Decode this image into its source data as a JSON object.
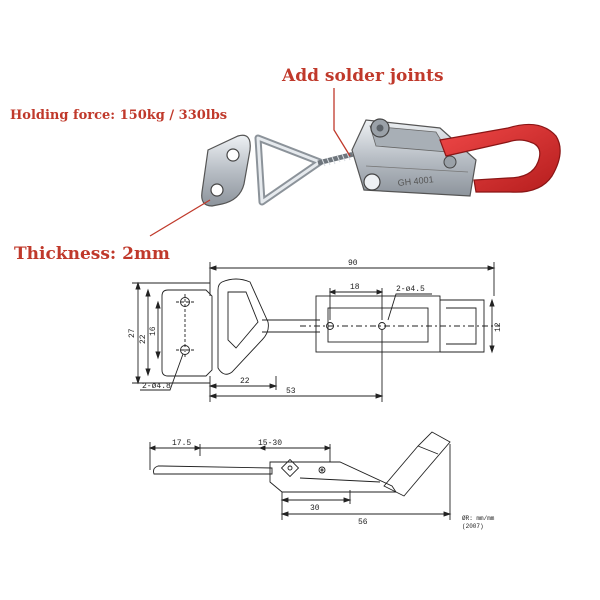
{
  "callouts": {
    "holding_force": "Holding force: 150kg / 330lbs",
    "solder": "Add solder joints",
    "thickness": "Thickness: 2mm"
  },
  "top_view": {
    "overall_length": "90",
    "hole_spacing": "18",
    "latch_holes": "2-ø4.5",
    "overall_width": "27",
    "inner_width": "22",
    "hole_pitch": "16",
    "mount_holes": "2-ø4.8",
    "width_to_loop": "22",
    "length_to_pivot": "53",
    "hook_width": "12"
  },
  "side_view": {
    "dim_left": "17.5",
    "travel": "15-30",
    "pivot_span": "30",
    "base_length": "56",
    "note_line1": "ØR: mm/mm",
    "note_line2": "(2007)"
  },
  "colors": {
    "handle_red": "#d42a2a",
    "steel": "#c9ced3",
    "callout_red": "#c0392b"
  }
}
